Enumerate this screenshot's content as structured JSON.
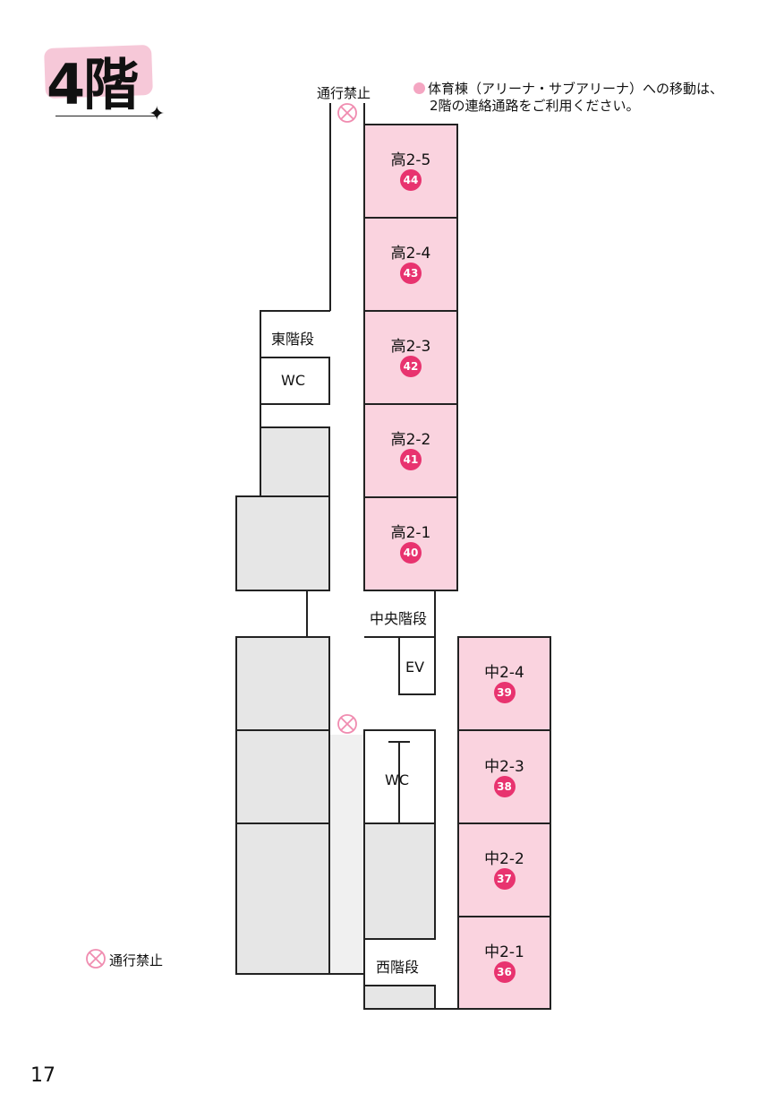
{
  "page": {
    "title": "4階",
    "note_line1": "体育棟（アリーナ・サブアリーナ）への移動は、",
    "note_line2": "2階の連絡通路をご利用ください。",
    "legend_label": "通行禁止",
    "page_number": "17"
  },
  "map": {
    "top_no_entry_label": "通行禁止",
    "east_stairs": "東階段",
    "east_wc": "WC",
    "central_stairs": "中央階段",
    "elevator": "EV",
    "center_wc": "WC",
    "west_stairs": "西階段",
    "rooms_upper": [
      {
        "name": "高2-5",
        "number": "44"
      },
      {
        "name": "高2-4",
        "number": "43"
      },
      {
        "name": "高2-3",
        "number": "42"
      },
      {
        "name": "高2-2",
        "number": "41"
      },
      {
        "name": "高2-1",
        "number": "40"
      }
    ],
    "rooms_lower": [
      {
        "name": "中2-4",
        "number": "39"
      },
      {
        "name": "中2-3",
        "number": "38"
      },
      {
        "name": "中2-2",
        "number": "37"
      },
      {
        "name": "中2-1",
        "number": "36"
      }
    ]
  },
  "colors": {
    "room_fill": "#fad3df",
    "badge": "#e8336f",
    "gray_block": "#e6e6e6",
    "corridor_shade": "#f0f0f0",
    "no_entry": "#f08cb0"
  }
}
